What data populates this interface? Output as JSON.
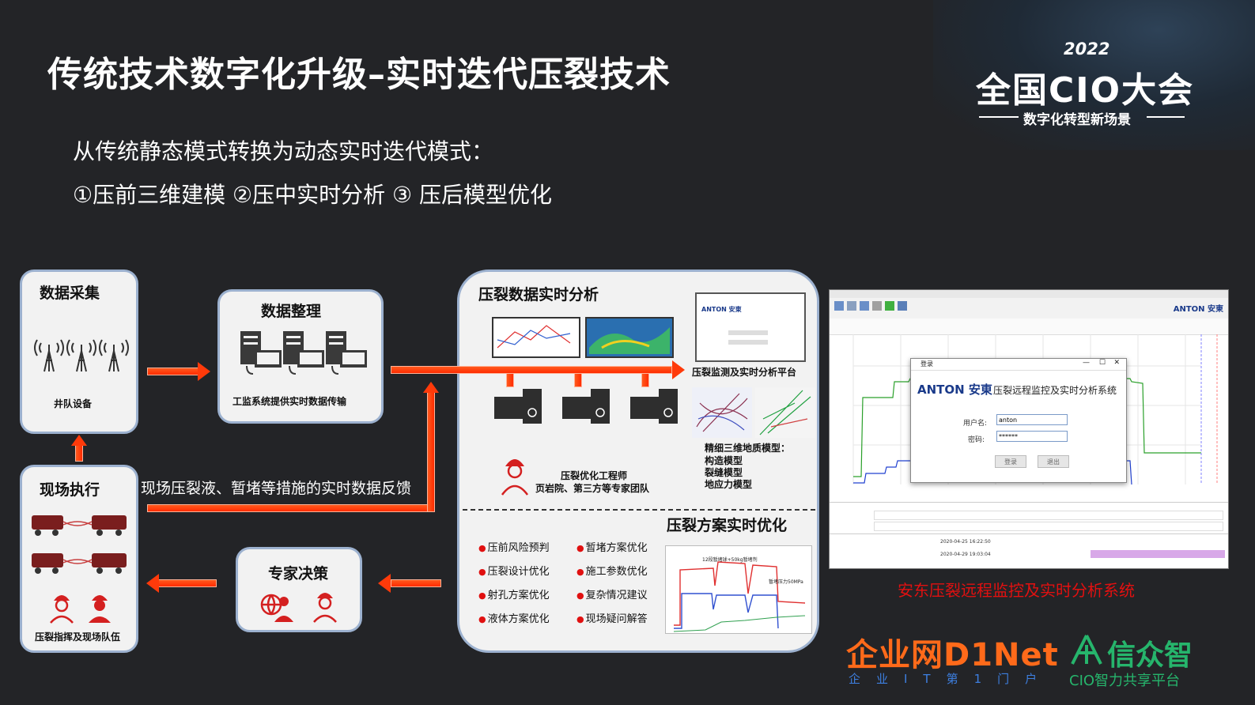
{
  "header": {
    "title": "传统技术数字化升级–实时迭代压裂技术",
    "subtitle_line1": "从传统静态模式转换为动态实时迭代模式：",
    "subtitle_line2": "①压前三维建模  ②压中实时分析 ③ 压后模型优化"
  },
  "cio_logo": {
    "year": "2022",
    "name": "全国CIO大会",
    "tagline": "数字化转型新场景"
  },
  "diagram": {
    "data_collection": {
      "title": "数据采集",
      "label": "井队设备"
    },
    "data_processing": {
      "title": "数据整理",
      "label": "工监系统提供实时数据传输"
    },
    "field_execution": {
      "title": "现场执行",
      "label": "压裂指挥及现场队伍"
    },
    "expert_decision": {
      "title": "专家决策"
    },
    "feedback_text": "现场压裂液、暂堵等措施的实时数据反馈",
    "analysis": {
      "title": "压裂数据实时分析",
      "platform_label": "压裂监测及实时分析平台",
      "engineer_label_1": "压裂优化工程师",
      "engineer_label_2": "页岩院、第三方等专家团队",
      "geo_model_title": "精细三维地质模型：",
      "geo_model_items": [
        "构造模型",
        "裂缝模型",
        "地应力模型"
      ],
      "optimization_title": "压裂方案实时优化",
      "bullets_left": [
        "压前风险预判",
        "压裂设计优化",
        "射孔方案优化",
        "液体方案优化"
      ],
      "bullets_right": [
        "暂堵方案优化",
        "施工参数优化",
        "复杂情况建议",
        "现场疑问解答"
      ],
      "chart_label_1": "12段暂堵球+50kg暂堵剂",
      "chart_label_2": "暂堵压力50MPa"
    }
  },
  "software_window": {
    "brand": "ANTON 安東",
    "login_dialog": {
      "title_bar": "登录",
      "brand": "ANTON 安東",
      "system_name": "压裂远程监控及实时分析系统",
      "username_label": "用户名:",
      "username_value": "anton",
      "password_label": "密码:",
      "password_value": "******",
      "login_button": "登录",
      "exit_button": "退出"
    },
    "time_start": "2020-04-25 16:22:50",
    "time_end": "2020-04-29 19:03:04",
    "caption": "安东压裂远程监控及实时分析系统"
  },
  "footer_logos": {
    "dinet": "企业网D1Net",
    "dinet_sub": "企业IT第1门户",
    "xzz": "信众智",
    "xzz_sub": "CIO智力共享平台"
  },
  "colors": {
    "background": "#232427",
    "arrow": "#ff3a0a",
    "panel_border": "#9cb1cf",
    "caption_red": "#e31010",
    "dinet_orange": "#ff6a1a",
    "dinet_blue": "#3d7fe0",
    "xzz_green": "#26b56c"
  }
}
